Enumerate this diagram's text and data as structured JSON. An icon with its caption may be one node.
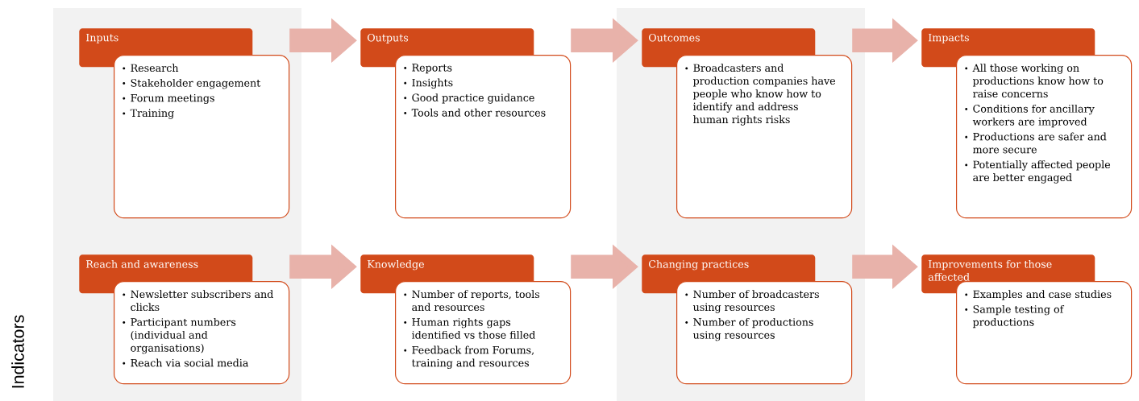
{
  "diagram": {
    "nodes": [
      {
        "text": [
          "Inputs"
        ]
      },
      {
        "text": [
          "Research",
          "Stakeholder engagement",
          "Forum meetings",
          "Training"
        ]
      },
      {
        "text": [
          "Outputs"
        ]
      },
      {
        "text": [
          "Reports",
          "Insights",
          "Good practice guidance",
          "Tools and other resources"
        ]
      },
      {
        "text": [
          "Outcomes"
        ]
      },
      {
        "text": [
          "Broadcasters and production companies have people who know how to identify and address human rights risks"
        ]
      },
      {
        "text": [
          "Impacts"
        ]
      },
      {
        "text": [
          "All those working on productions know how to raise concerns",
          "Conditions for ancillary workers are improved",
          "Productions are safer and more secure",
          "Potentially affected people are better engaged"
        ]
      },
      {
        "text": [
          "Reach and awareness"
        ]
      },
      {
        "text": [
          "Newsletter subscribers and clicks",
          "Participant numbers (individual and organisations)",
          "Reach via social media"
        ]
      },
      {
        "text": [
          "Knowledge"
        ]
      },
      {
        "text": [
          "Number of reports, tools and resources",
          "Human rights gaps identified vs those filled",
          "Feedback from Forums, training and resources"
        ]
      },
      {
        "text": [
          "Changing practices"
        ]
      },
      {
        "text": [
          "Number of broadcasters using resources",
          "Number of productions using resources"
        ]
      },
      {
        "text": [
          "Improvements for those affected"
        ]
      },
      {
        "text": [
          "Examples and case studies",
          "Sample testing of productions"
        ]
      }
    ],
    "edges": [
      {
        "from": 1,
        "to": 2,
        "arrow": "to"
      },
      {
        "from": 3,
        "to": 4,
        "arrow": "to"
      },
      {
        "from": 5,
        "to": 6,
        "arrow": "to"
      },
      {
        "from": 9,
        "to": 10,
        "arrow": "to"
      },
      {
        "from": 11,
        "to": 12,
        "arrow": "to"
      },
      {
        "from": 13,
        "to": 14,
        "arrow": "to"
      }
    ],
    "labels": [
      "Indicators"
    ]
  }
}
